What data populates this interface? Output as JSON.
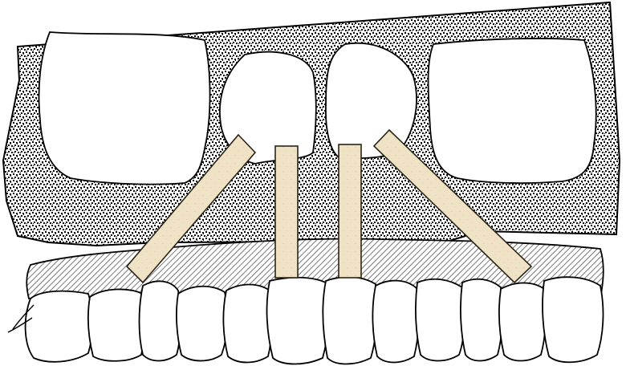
{
  "colors": {
    "background": "#ffffff",
    "outline": "#000000",
    "speckle_fill": "#000000",
    "hatch_line": "#555555",
    "splint_fill": "#efe2c5",
    "splint_edge": "#2a2418"
  },
  "parts": [
    "bone-frame",
    "molar-cavity-left",
    "incisor-cavity-left",
    "incisor-cavity-right",
    "molar-cavity-right",
    "gum-band",
    "tooth-row",
    "splint-bar-left-diagonal",
    "splint-bar-left-vertical",
    "splint-bar-right-vertical",
    "splint-bar-right-diagonal"
  ]
}
